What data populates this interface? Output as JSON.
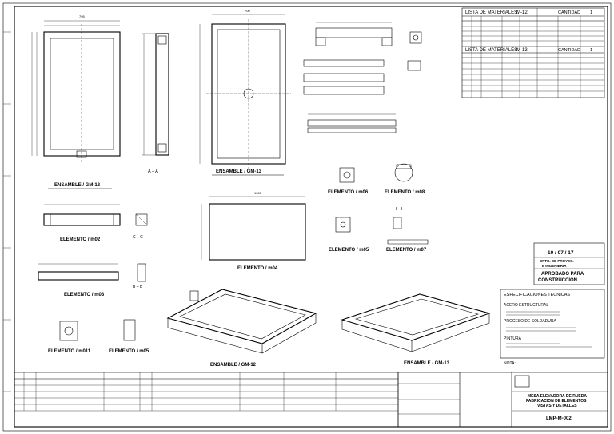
{
  "materials": {
    "m12": {
      "title": "LISTA DE MATERIALES:",
      "code": "M-12",
      "qty_label": "CANTIDAD",
      "qty": "1"
    },
    "m13": {
      "title": "LISTA DE MATERIALES:",
      "code": "M-13",
      "qty_label": "CANTIDAD",
      "qty": "1"
    }
  },
  "views": {
    "section_aa": "A – A",
    "section_bb": "B – B",
    "section_cc": "C – C",
    "section_ii": "I – I",
    "ens_m12": "ENSAMBLE / GM-12",
    "ens_m12_b": "ENSAMBLE / GM-12",
    "ens_m13": "ENSAMBLE / GM-13",
    "ens_m13_b": "ENSAMBLE / GM-13",
    "el_m02": "ELEMENTO / m02",
    "el_m03": "ELEMENTO / m03",
    "el_m04": "ELEMENTO / m04",
    "el_m06": "ELEMENTO / m06",
    "el_m08": "ELEMENTO / m08",
    "el_m05": "ELEMENTO / m05",
    "el_m05b": "ELEMENTO / m05",
    "el_m07": "ELEMENTO / m07",
    "el_m011": "ELEMENTO / m011"
  },
  "stamp": {
    "date": "10 / 07 / 17",
    "dept_line1": "DPTO. DE PROYEC.",
    "dept_line2": "E INGENIERIA",
    "approval_line1": "APROBADO PARA",
    "approval_line2": "CONSTRUCCION"
  },
  "specs": {
    "title": "ESPECIFICACIONES TECNICAS",
    "steel": "ACERO ESTRUCTURAL",
    "weld": "PROCESO DE SOLDADURA",
    "paint": "PINTURA",
    "notes": "NOTA:"
  },
  "title_block": {
    "line1": "MESA ELEVADORA DE RUEDA",
    "line2": "FABRICACION DE ELEMENTOS",
    "line3": "VISTAS Y DETALLES",
    "drawing_no": "LMP-M-002"
  }
}
